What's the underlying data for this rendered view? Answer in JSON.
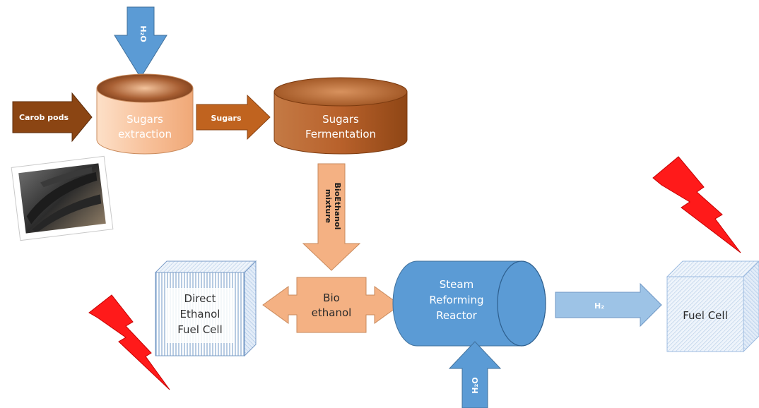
{
  "labels": {
    "h2o_top": "H₂O",
    "carob_pods": "Carob pods",
    "sugars_extraction_line1": "Sugars",
    "sugars_extraction_line2": "extraction",
    "sugars_arrow": "Sugars",
    "fermentation_line1": "Sugars",
    "fermentation_line2": "Fermentation",
    "bioethanol_mixture_line1": "BioEthanol",
    "bioethanol_mixture_line2": "mixture",
    "direct_line1": "Direct",
    "direct_line2": "Ethanol",
    "direct_line3": "Fuel Cell",
    "bio_line1": "Bio",
    "bio_line2": "ethanol",
    "steam_line1": "Steam",
    "steam_line2": "Reforming",
    "steam_line3": "Reactor",
    "h2_arrow": "H₂",
    "fuel_cell": "Fuel Cell",
    "h2o_bottom": "H₂O"
  },
  "colors": {
    "water_blue": "#5b9bd5",
    "carob_brown": "#8b4513",
    "extraction_peach": "#f4b183",
    "fermentation_brown": "#b8612b",
    "bioethanol_peach": "#f4b183",
    "reactor_blue": "#5b9bd5",
    "h2_arrow_blue": "#9dc3e6",
    "fuel_cell_blue": "#dbe9f6",
    "lightning_red": "#ff1a1a"
  }
}
